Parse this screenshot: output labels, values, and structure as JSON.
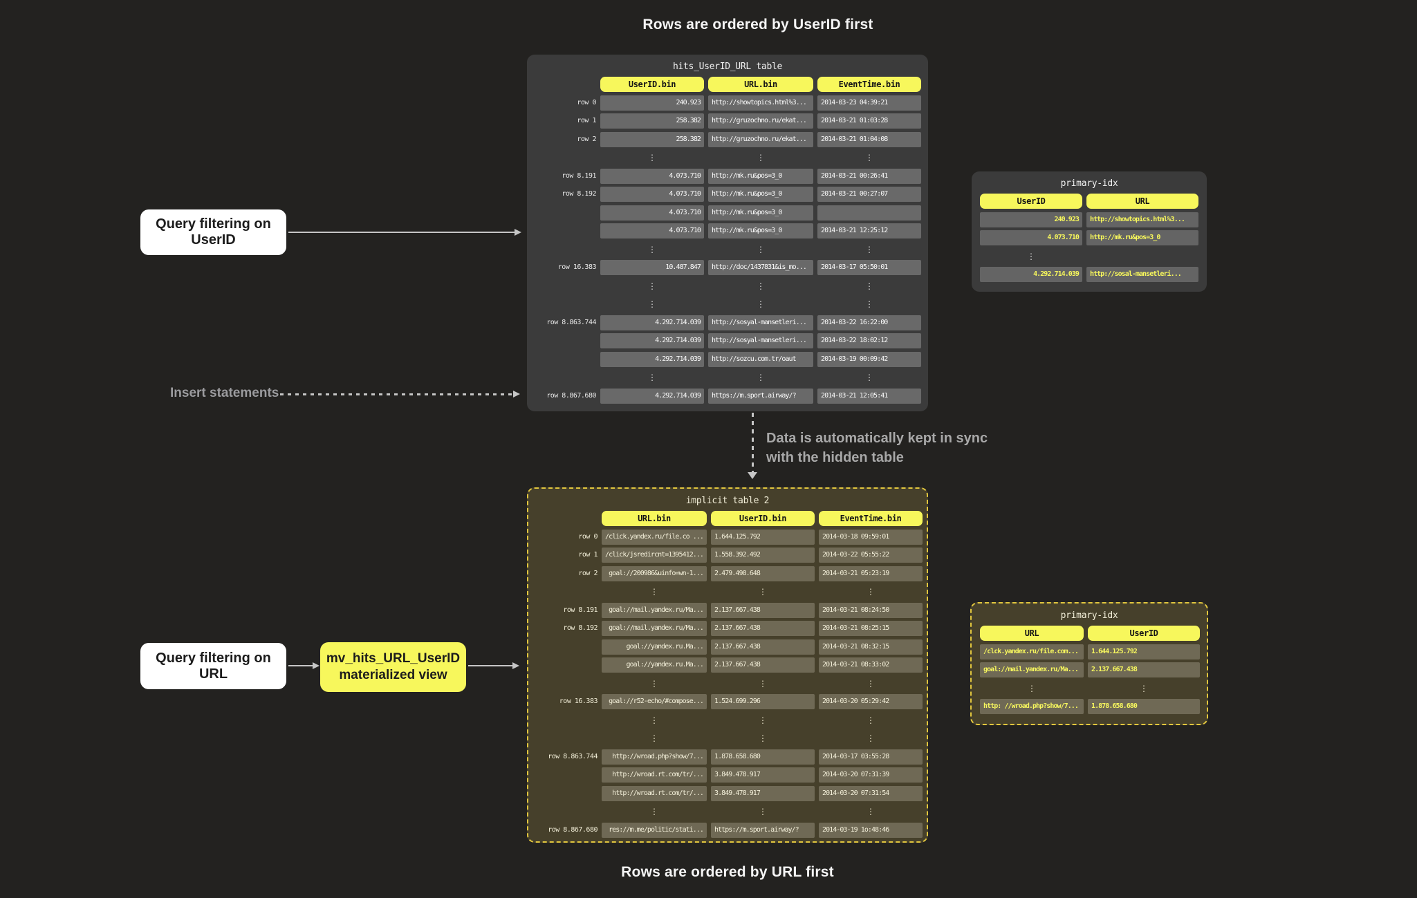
{
  "titles": {
    "top": "Rows are ordered by UserID first",
    "bottom": "Rows are ordered by URL first"
  },
  "callouts": {
    "query_userid": "Query filtering on UserID",
    "query_url": "Query filtering on URL",
    "insert_statements": "Insert statements",
    "materialized_view": {
      "line1": "mv_hits_URL_UserID",
      "line2": "materialized view"
    },
    "sync_note": {
      "line1": "Data is automatically kept in sync",
      "line2": "with the hidden table"
    }
  },
  "colors": {
    "page_bg": "#232220",
    "accent_yellow": "#f7f75c",
    "table_dark_bg": "#3b3b3b",
    "table_olive_bg": "#46402b",
    "olive_dashed_border": "#e2c73e",
    "cell_dark": "#696969",
    "cell_olive": "#6f6955",
    "idx_cell_dark": "#646464",
    "arrow_gray": "#c6c6c6"
  },
  "tables": {
    "hits": {
      "title": "hits_UserID_URL table",
      "columns": [
        "UserID.bin",
        "URL.bin",
        "EventTime.bin"
      ],
      "col_align": [
        "right",
        "left",
        "left"
      ],
      "rows": [
        {
          "label": "row 0",
          "cells": [
            "240.923",
            "http://showtopics.html%3...",
            "2014-03-23 04:39:21"
          ]
        },
        {
          "label": "row 1",
          "cells": [
            "258.382",
            "http://gruzochno.ru/ekat...",
            "2014-03-21 01:03:28"
          ]
        },
        {
          "label": "row 2",
          "cells": [
            "258.382",
            "http://gruzochno.ru/ekat...",
            "2014-03-21 01:04:08"
          ]
        },
        {
          "dots": true
        },
        {
          "label": "row 8.191",
          "cells": [
            "4.073.710",
            "http://mk.ru&pos=3_0",
            "2014-03-21 00:26:41"
          ]
        },
        {
          "label": "row 8.192",
          "cells": [
            "4.073.710",
            "http://mk.ru&pos=3_0",
            "2014-03-21 00:27:07"
          ]
        },
        {
          "label": "",
          "cells": [
            "4.073.710",
            "http://mk.ru&pos=3_0",
            ""
          ]
        },
        {
          "label": "",
          "cells": [
            "4.073.710",
            "http://mk.ru&pos=3_0",
            "2014-03-21 12:25:12"
          ]
        },
        {
          "dots": true
        },
        {
          "label": "row 16.383",
          "cells": [
            "10.487.847",
            "http://doc/1437831&is_mo...",
            "2014-03-17 05:50:01"
          ]
        },
        {
          "dots": true
        },
        {
          "dots": true
        },
        {
          "label": "row 8.863.744",
          "cells": [
            "4.292.714.039",
            "http://sosyal-mansetleri...",
            "2014-03-22 16:22:00"
          ]
        },
        {
          "label": "",
          "cells": [
            "4.292.714.039",
            "http://sosyal-mansetleri...",
            "2014-03-22 18:02:12"
          ]
        },
        {
          "label": "",
          "cells": [
            "4.292.714.039",
            "http://sozcu.com.tr/oaut",
            "2014-03-19 00:09:42"
          ]
        },
        {
          "dots": true
        },
        {
          "label": "row 8.867.680",
          "cells": [
            "4.292.714.039",
            "https://m.sport.airway/?",
            "2014-03-21 12:05:41"
          ]
        }
      ]
    },
    "implicit": {
      "title": "implicit table 2",
      "columns": [
        "URL.bin",
        "UserID.bin",
        "EventTime.bin"
      ],
      "col_align": [
        "right",
        "left",
        "left"
      ],
      "rows": [
        {
          "label": "row 0",
          "cells": [
            "/click.yandex.ru/file.co ...",
            "1.644.125.792",
            "2014-03-18 09:59:01"
          ]
        },
        {
          "label": "row 1",
          "cells": [
            "/click/jsredircnt=1395412...",
            "1.558.392.492",
            "2014-03-22 05:55:22"
          ]
        },
        {
          "label": "row 2",
          "cells": [
            "goal://200986&uinfo=wn-1...",
            "2.479.498.648",
            "2014-03-21 05:23:19"
          ]
        },
        {
          "dots": true
        },
        {
          "label": "row 8.191",
          "cells": [
            "goal://mail.yandex.ru/Ma...",
            "2.137.667.438",
            "2014-03-21 08:24:50"
          ]
        },
        {
          "label": "row 8.192",
          "cells": [
            "goal://mail.yandex.ru/Ma...",
            "2.137.667.438",
            "2014-03-21 08:25:15"
          ]
        },
        {
          "label": "",
          "cells": [
            "goal://yandex.ru.Ma...",
            "2.137.667.438",
            "2014-03-21 08:32:15"
          ]
        },
        {
          "label": "",
          "cells": [
            "goal://yandex.ru.Ma...",
            "2.137.667.438",
            "2014-03-21 08:33:02"
          ]
        },
        {
          "dots": true
        },
        {
          "label": "row 16.383",
          "cells": [
            "goal://r52-echo/#compose...",
            "1.524.699.296",
            "2014-03-20 05:29:42"
          ]
        },
        {
          "dots": true
        },
        {
          "dots": true
        },
        {
          "label": "row 8.863.744",
          "cells": [
            "http://wroad.php?show/7...",
            "1.878.658.680",
            "2014-03-17 03:55:28"
          ]
        },
        {
          "label": "",
          "cells": [
            "http://wroad.rt.com/tr/...",
            "3.849.478.917",
            "2014-03-20 07:31:39"
          ]
        },
        {
          "label": "",
          "cells": [
            "http://wroad.rt.com/tr/...",
            "3.849.478.917",
            "2014-03-20 07:31:54"
          ]
        },
        {
          "dots": true
        },
        {
          "label": "row 8.867.680",
          "cells": [
            "res://m.me/politic/stati...",
            "https://m.sport.airway/?",
            "2014-03-19 1o:48:46"
          ]
        }
      ]
    },
    "primary_idx_top": {
      "title": "primary-idx",
      "columns": [
        "UserID",
        "URL"
      ],
      "col_align": [
        "right",
        "left"
      ],
      "rows": [
        {
          "cells": [
            "240.923",
            "http://showtopics.html%3..."
          ]
        },
        {
          "cells": [
            "4.073.710",
            "http://mk.ru&pos=3_0"
          ]
        },
        {
          "dots": [
            true,
            false
          ]
        },
        {
          "cells": [
            "4.292.714.039",
            "http://sosal-mansetleri..."
          ]
        }
      ]
    },
    "primary_idx_bottom": {
      "title": "primary-idx",
      "columns": [
        "URL",
        "UserID"
      ],
      "col_align": [
        "left",
        "left"
      ],
      "rows": [
        {
          "cells": [
            "/clck.yandex.ru/file.com...",
            "1.644.125.792"
          ]
        },
        {
          "cells": [
            "goal://mail.yandex.ru/Ma...",
            "2.137.667.438"
          ]
        },
        {
          "dots": [
            true,
            true
          ]
        },
        {
          "cells": [
            "http: //wroad.php?show/7...",
            "1.878.658.680"
          ]
        }
      ]
    }
  }
}
